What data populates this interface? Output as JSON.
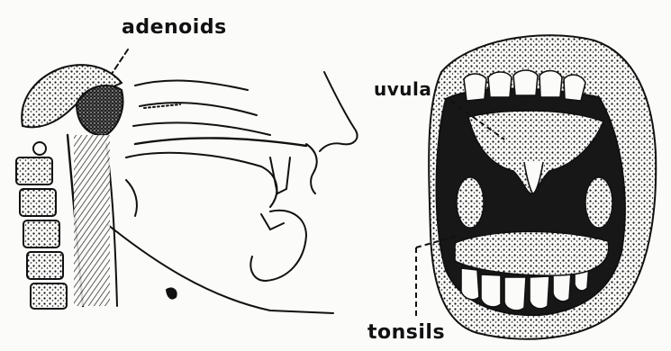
{
  "labels": {
    "adenoids": "adenoids",
    "uvula": "uvula",
    "tonsils": "tonsils"
  },
  "colors": {
    "ink": "#111111",
    "paper": "#fbfbfa",
    "shade": "#2a2a2a"
  }
}
